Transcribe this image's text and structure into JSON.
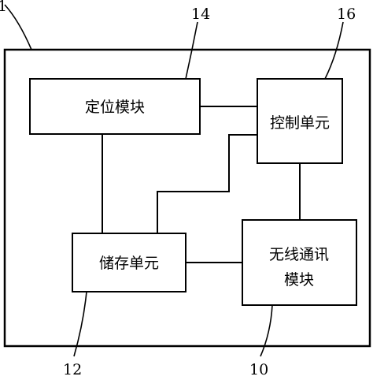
{
  "diagram": {
    "frame_ref": "1",
    "blocks": {
      "positioning": {
        "label": "定位模块",
        "ref": "14"
      },
      "control": {
        "label": "控制单元",
        "ref": "16"
      },
      "storage": {
        "label": "储存单元",
        "ref": "12"
      },
      "wireless": {
        "label_line1": "无线通讯",
        "label_line2": "模块",
        "ref": "10"
      }
    }
  }
}
